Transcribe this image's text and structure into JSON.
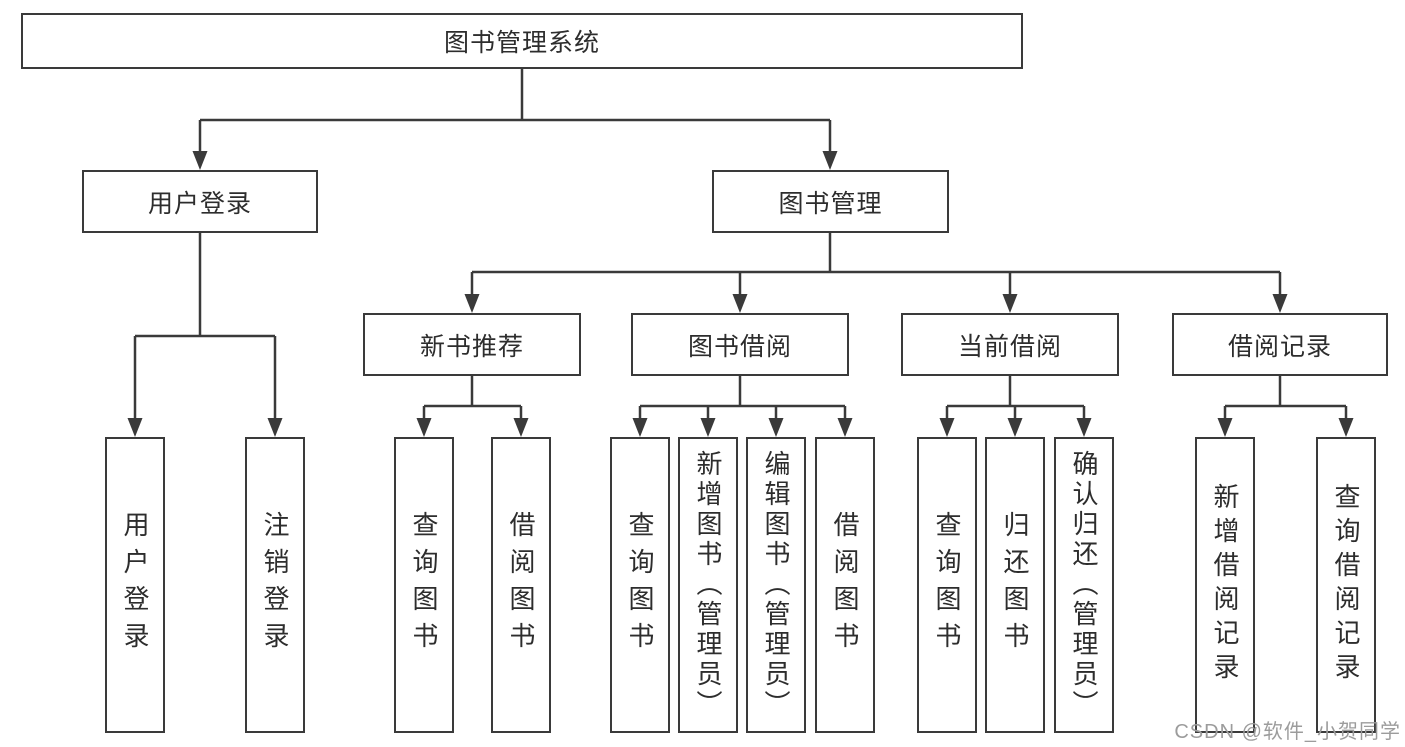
{
  "diagram": {
    "root": {
      "label": "图书管理系统"
    },
    "level2": [
      {
        "id": "user-login",
        "label": "用户登录"
      },
      {
        "id": "book-management",
        "label": "图书管理"
      }
    ],
    "level3": [
      {
        "id": "new-book-recommend",
        "label": "新书推荐"
      },
      {
        "id": "book-borrowing",
        "label": "图书借阅"
      },
      {
        "id": "current-borrowing",
        "label": "当前借阅"
      },
      {
        "id": "borrow-records",
        "label": "借阅记录"
      }
    ],
    "leaves": [
      {
        "parent": "用户登录",
        "label": "用户登录"
      },
      {
        "parent": "用户登录",
        "label": "注销登录"
      },
      {
        "parent": "新书推荐",
        "label": "查询图书"
      },
      {
        "parent": "新书推荐",
        "label": "借阅图书"
      },
      {
        "parent": "图书借阅",
        "label": "查询图书"
      },
      {
        "parent": "图书借阅",
        "label": "新增图书（管理员）"
      },
      {
        "parent": "图书借阅",
        "label": "编辑图书（管理员）"
      },
      {
        "parent": "图书借阅",
        "label": "借阅图书"
      },
      {
        "parent": "当前借阅",
        "label": "查询图书"
      },
      {
        "parent": "当前借阅",
        "label": "归还图书"
      },
      {
        "parent": "当前借阅",
        "label": "确认归还（管理员）"
      },
      {
        "parent": "借阅记录",
        "label": "新增借阅记录"
      },
      {
        "parent": "借阅记录",
        "label": "查询借阅记录"
      }
    ],
    "colors": {
      "line": "#3a3a3a",
      "box_border": "#3a3a3a",
      "box_fill": "#ffffff",
      "text": "#2d2d2d"
    }
  },
  "watermark": {
    "text": "CSDN @软件_小贺同学",
    "color": "#9c9c9c"
  }
}
